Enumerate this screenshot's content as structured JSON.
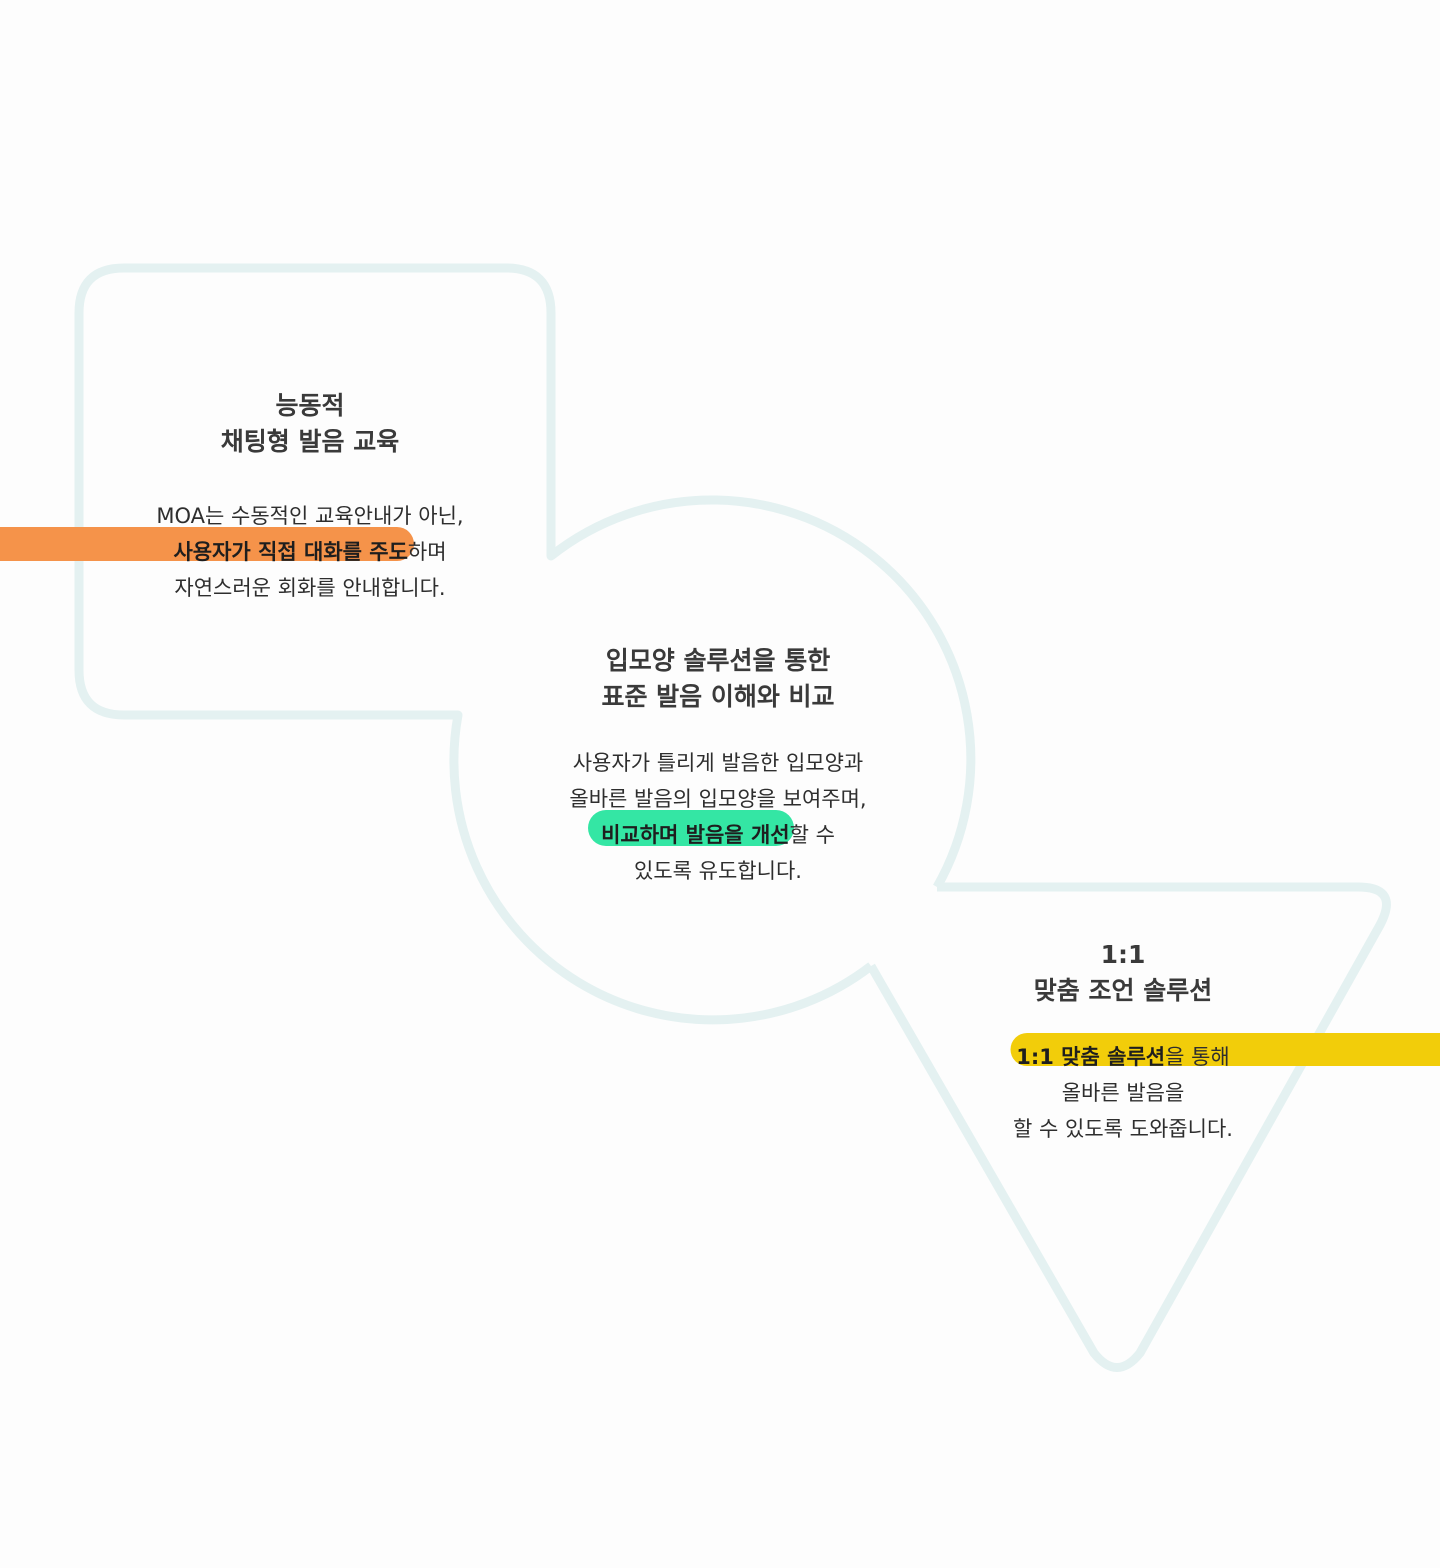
{
  "colors": {
    "background": "#fdfdfd",
    "outline": "#e4f1f1",
    "orange_highlight": "#f5934a",
    "green_highlight": "#34e6a4",
    "yellow_highlight": "#f2cd0a",
    "title_text": "#3a3a3a",
    "body_text": "#2e2e2e"
  },
  "features": {
    "chatting": {
      "title_line1": "능동적",
      "title_line2": "채팅형 발음 교육",
      "desc_line1": "MOA는 수동적인 교육안내가 아닌,",
      "desc_line2_highlight": "사용자가 직접 대화를 주도",
      "desc_line2_rest": "하며",
      "desc_line3": "자연스러운 회화를 안내합니다."
    },
    "mouth_shape": {
      "title_line1": "입모양 솔루션을 통한",
      "title_line2": "표준 발음 이해와 비교",
      "desc_line1": "사용자가 틀리게 발음한 입모양과",
      "desc_line2": "올바른 발음의 입모양을 보여주며,",
      "desc_line3_highlight": "비교하며 발음을 개선",
      "desc_line3_rest": "할 수",
      "desc_line4": "있도록 유도합니다."
    },
    "custom": {
      "title_line1": "1:1",
      "title_line2": "맞춤 조언 솔루션",
      "desc_line1_highlight": "1:1 맞춤 솔루션",
      "desc_line1_rest": "을 통해",
      "desc_line2": "올바른 발음을",
      "desc_line3": "할 수 있도록 도와줍니다."
    }
  }
}
